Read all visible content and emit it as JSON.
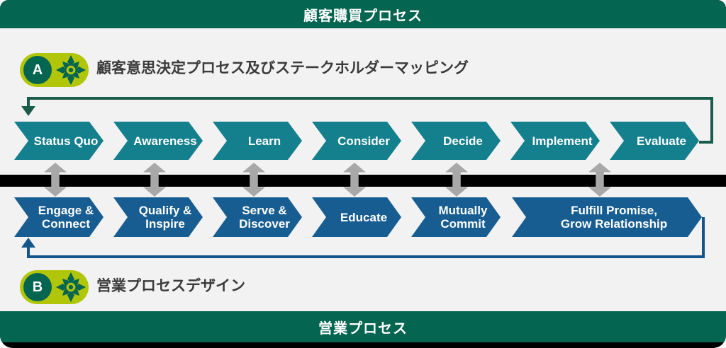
{
  "colors": {
    "green": "#046551",
    "lime": "#b2c609",
    "teal": "#14808d",
    "blue": "#175d91",
    "loop-green": "#1a5c4c",
    "loop-blue": "#14568a",
    "gray-arrow": "#a8a8a8",
    "bg": "#f2f2f2",
    "ink": "#3b3b3b"
  },
  "header": {
    "title": "顧客購買プロセス"
  },
  "footer": {
    "title": "営業プロセス"
  },
  "sections": {
    "a": {
      "badge": "A",
      "icon": "compass-icon",
      "title": "顧客意思決定プロセス及びステークホルダーマッピング"
    },
    "b": {
      "badge": "B",
      "icon": "compass-icon",
      "title": "営業プロセスデザイン"
    }
  },
  "customer_journey": {
    "steps": [
      "Status Quo",
      "Awareness",
      "Learn",
      "Consider",
      "Decide",
      "Implement",
      "Evaluate"
    ]
  },
  "sales_process": {
    "steps": [
      "Engage &\nConnect",
      "Qualify &\nInspire",
      "Serve &\nDiscover",
      "Educate",
      "Mutually\nCommit",
      "Fulfill Promise,\nGrow Relationship"
    ]
  }
}
